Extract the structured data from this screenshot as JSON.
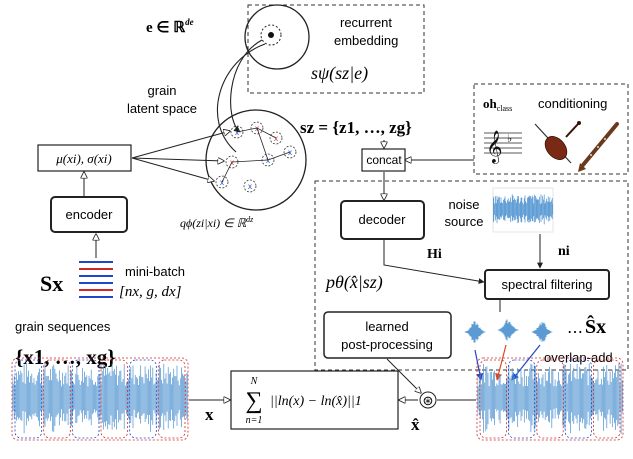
{
  "embedding": {
    "symbol": "e ∈ ℝ",
    "symbol_sup": "de",
    "box_label_1": "recurrent",
    "box_label_2": "embedding",
    "prior_formula": "sψ(sz|e)"
  },
  "latent": {
    "label_1": "grain",
    "label_2": "latent space",
    "posterior_formula": "qϕ(zi|xi) ∈ ℝ",
    "posterior_sup": "dz",
    "sequence_formula": "sz = {z1, …, zg}"
  },
  "encoder": {
    "params_label": "μ(xi), σ(xi)",
    "label": "encoder"
  },
  "input": {
    "symbol": "Sx",
    "minibatch_label": "mini-batch",
    "shape_label": "[nx, g, dx]",
    "caption": "grain sequences",
    "set_formula": "{x1, …, xg}",
    "x_label": "x"
  },
  "conditioning": {
    "oh_label": "oh",
    "oh_sub": "class",
    "label": "conditioning",
    "icons": [
      "music-staff-icon",
      "violin-icon",
      "clarinet-icon"
    ]
  },
  "concat": {
    "label": "concat"
  },
  "decoder": {
    "label": "decoder",
    "likelihood_formula": "pθ(x̂|sz)",
    "H_label": "Hi",
    "noise_label_1": "noise",
    "noise_label_2": "source",
    "n_label": "ni",
    "filter_label": "spectral filtering",
    "post_label_1": "learned",
    "post_label_2": "post-processing",
    "S_hat_label": "Ŝx",
    "dots": "⋯",
    "overlap_label": "overlap-add"
  },
  "loss": {
    "sum_top": "N",
    "sum_bottom": "n=1",
    "sum_symbol": "∑",
    "body": "||ln(x) − ln(x̂)||1",
    "x_hat_label": "x̂",
    "conv_symbol": "⊛"
  },
  "colors": {
    "red": "#cc2a2a",
    "blue": "#1f47c8",
    "wave": "#4a90cf",
    "orange": "#e0451f",
    "dashed_box": "#333333"
  }
}
